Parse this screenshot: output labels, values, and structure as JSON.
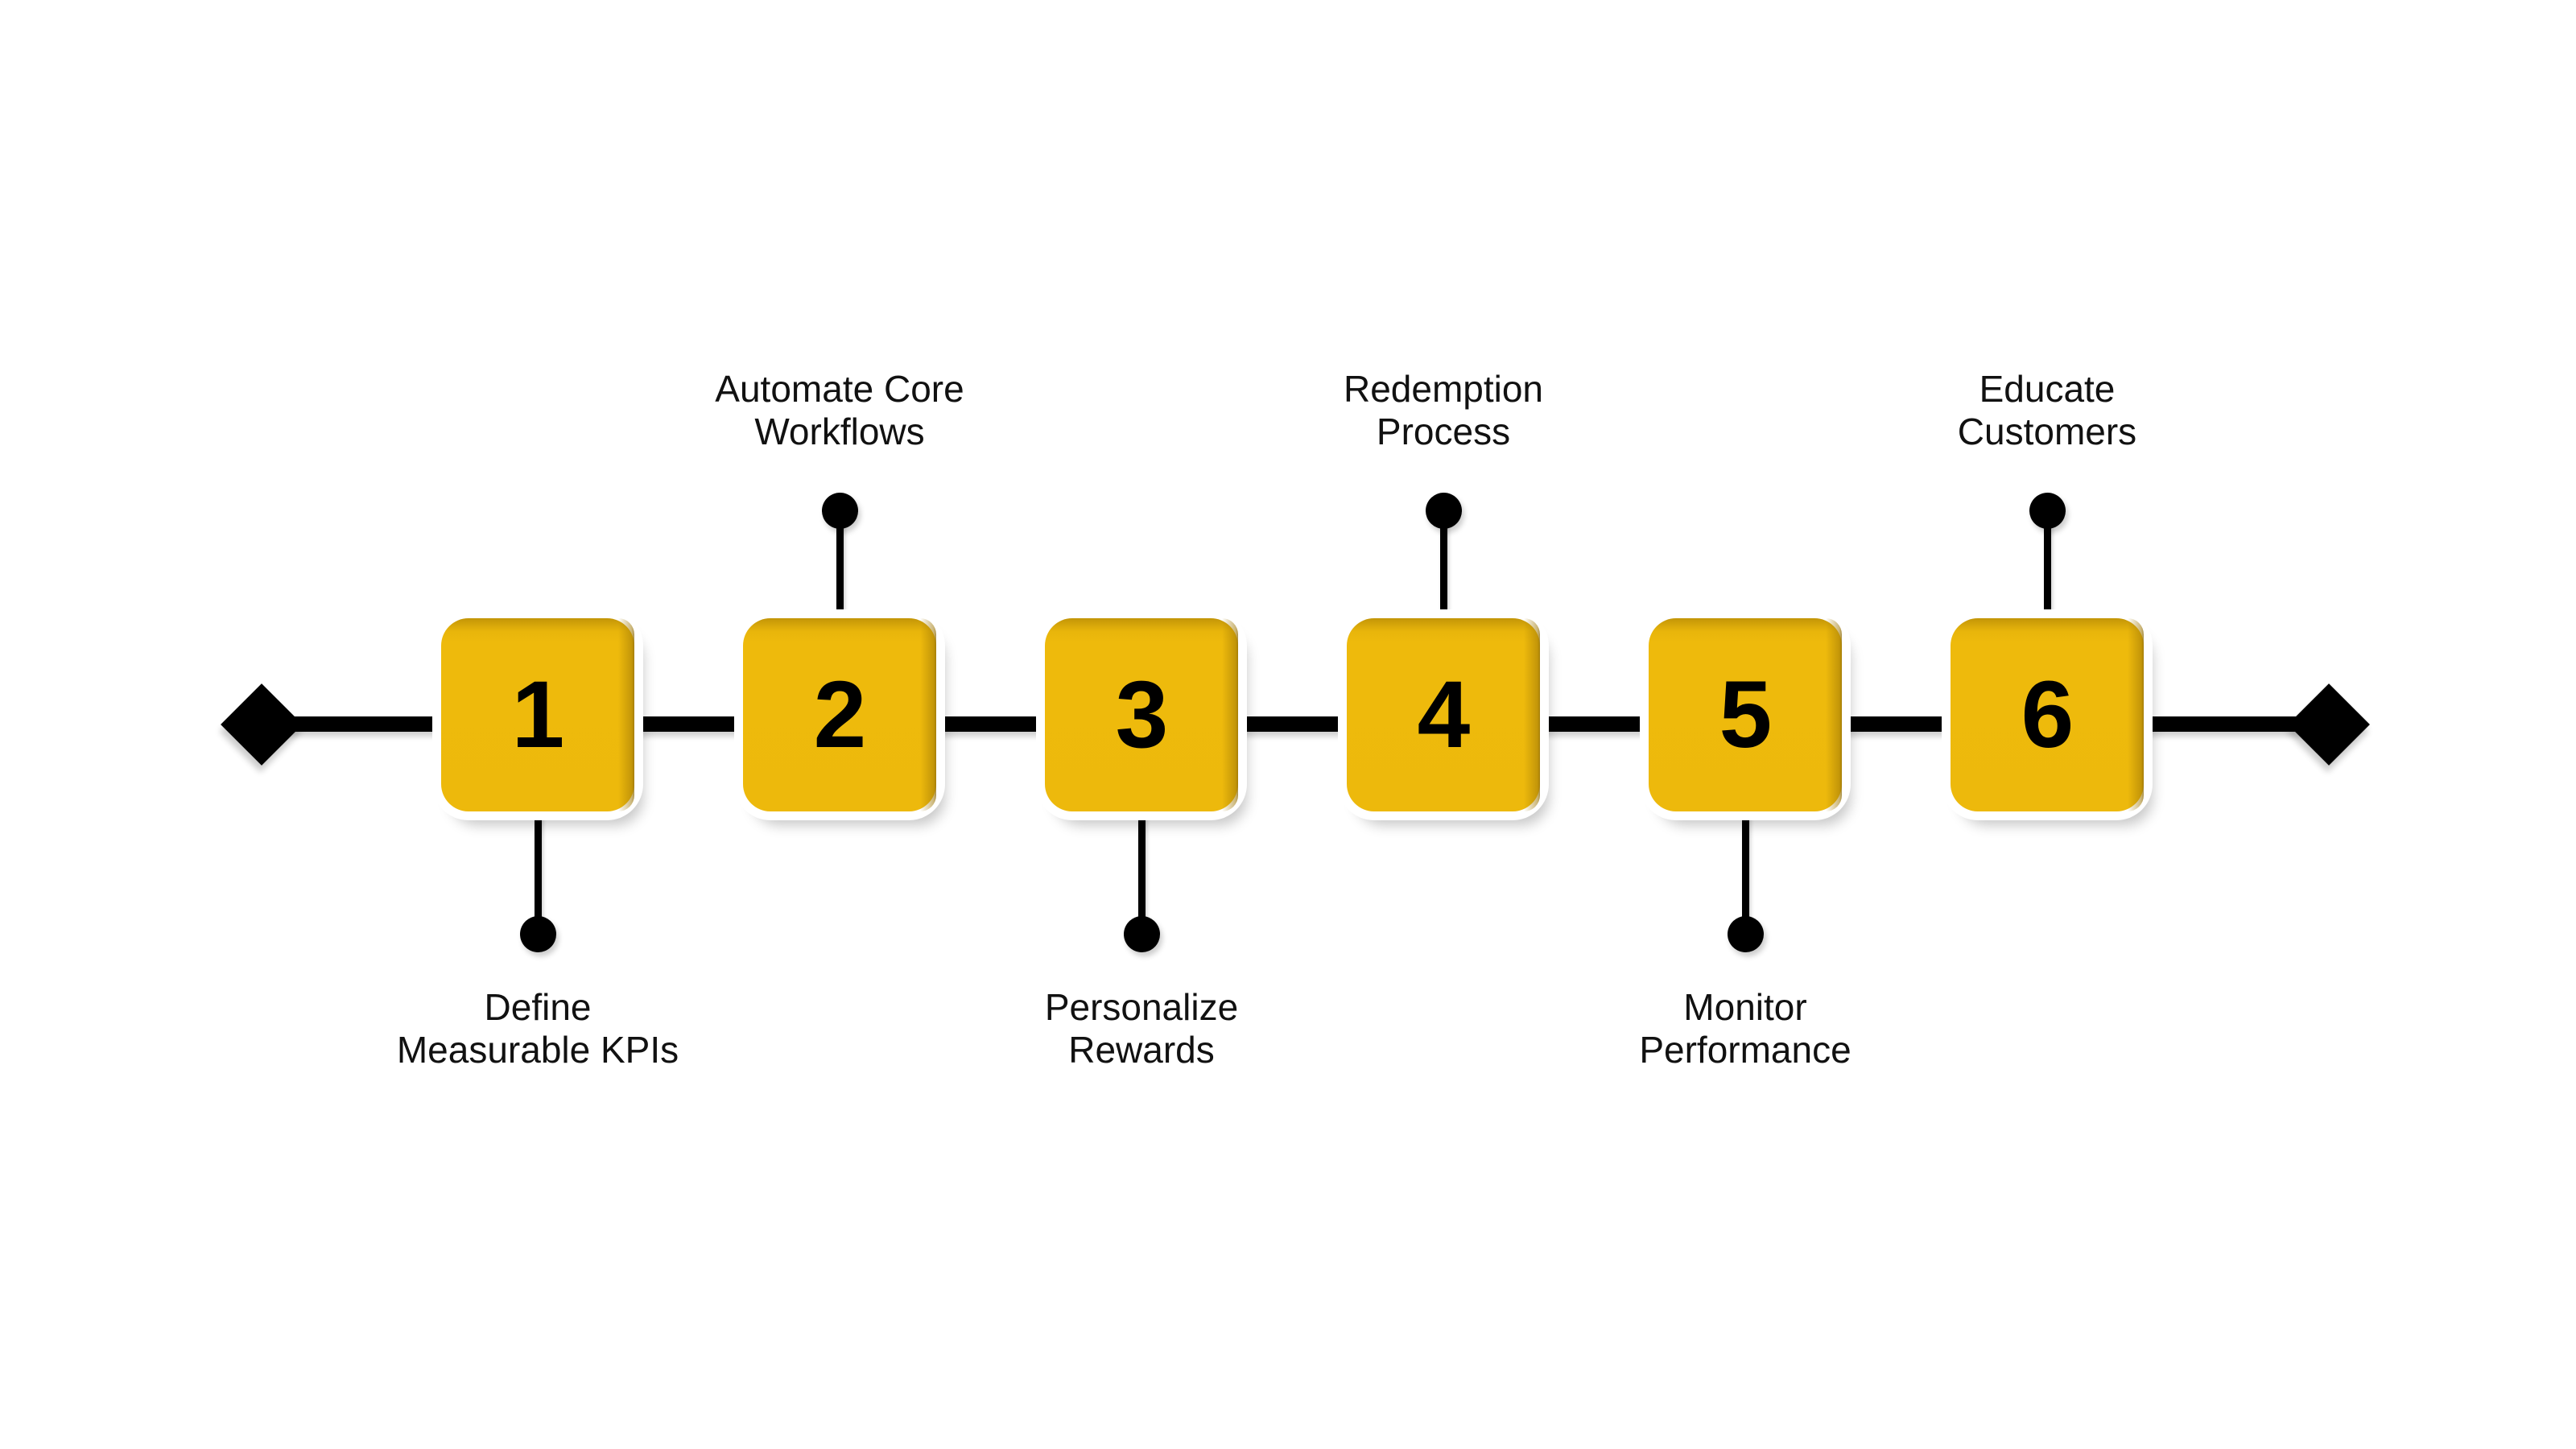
{
  "diagram": {
    "type": "horizontal-process-timeline",
    "background_color": "#ffffff",
    "accent_color": "#edb90c",
    "line_color": "#000000",
    "text_color": "#111111",
    "start_marker": "diamond",
    "end_marker": "diamond",
    "step_count": 6
  },
  "steps": [
    {
      "number": "1",
      "label_line1": "Define",
      "label_line2": "Measurable KPIs",
      "label_position": "below"
    },
    {
      "number": "2",
      "label_line1": "Automate Core",
      "label_line2": "Workflows",
      "label_position": "above"
    },
    {
      "number": "3",
      "label_line1": "Personalize",
      "label_line2": "Rewards",
      "label_position": "below"
    },
    {
      "number": "4",
      "label_line1": "Redemption",
      "label_line2": "Process",
      "label_position": "above"
    },
    {
      "number": "5",
      "label_line1": "Monitor",
      "label_line2": "Performance",
      "label_position": "below"
    },
    {
      "number": "6",
      "label_line1": "Educate",
      "label_line2": "Customers",
      "label_position": "above"
    }
  ]
}
